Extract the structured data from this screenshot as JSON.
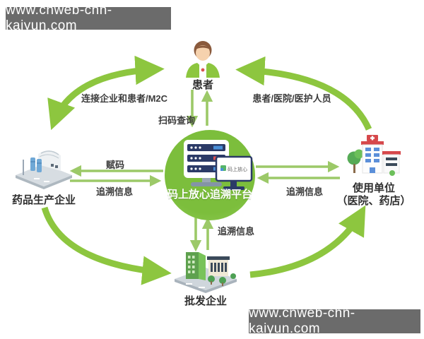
{
  "watermarks": {
    "top": "www.cnweb-chn-kaiyun.com",
    "bottom": "www.cnweb-chn-kaiyun.com"
  },
  "center": {
    "label": "码上放心追溯平台",
    "screen_logo": "码上放心"
  },
  "nodes": {
    "patient": {
      "label": "患者"
    },
    "manufacturer": {
      "label": "药品生产企业"
    },
    "user_unit": {
      "label_line1": "使用单位",
      "label_line2": "（医院、药店）"
    },
    "wholesaler": {
      "label": "批发企业"
    }
  },
  "edge_labels": {
    "manufacturer_patient": "连接企业和患者/M2C",
    "user_patient": "患者/医院/医护人员",
    "scan_query": "扫码查询",
    "assign_code": "赋码",
    "trace_info_left": "追溯信息",
    "trace_info_right": "追溯信息",
    "trace_info_bottom": "追溯信息"
  },
  "colors": {
    "arrow_big": "#8dc63f",
    "arrow_small": "#9cc968",
    "circle_green": "#7cbe3c",
    "label_text": "#3b3b3b",
    "watermark_bg": "#6b6b6b"
  }
}
